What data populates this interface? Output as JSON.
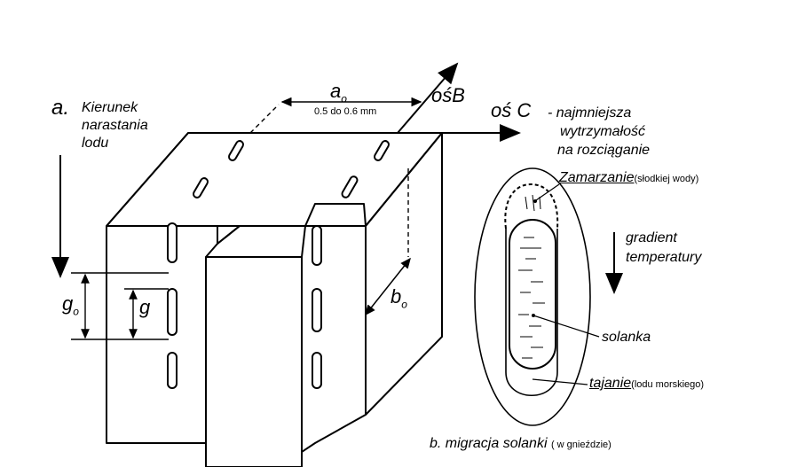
{
  "part_a": {
    "letter": "a.",
    "direction_label": [
      "Kierunek",
      "narastania",
      "lodu"
    ],
    "a0_symbol": "a",
    "a0_sub": "o",
    "a0_range": "0.5 do 0.6 mm",
    "axis_b": "ośB",
    "axis_c": "oś C",
    "axis_c_desc": [
      "- najmniejsza",
      "wytrzymałość",
      "na rozciąganie"
    ],
    "g0_symbol": "g",
    "g0_sub": "o",
    "g_symbol": "g",
    "b0_symbol": "b",
    "b0_sub": "o"
  },
  "part_b": {
    "freezing": "Zamarzanie",
    "freezing_note": "(słodkiej  wody)",
    "gradient": [
      "gradient",
      "temperatury"
    ],
    "brine": "solanka",
    "melting": "tajanie",
    "melting_note": "(lodu morskiego)",
    "caption": "b. migracja  solanki",
    "caption_note": "( w gnieździe)"
  }
}
